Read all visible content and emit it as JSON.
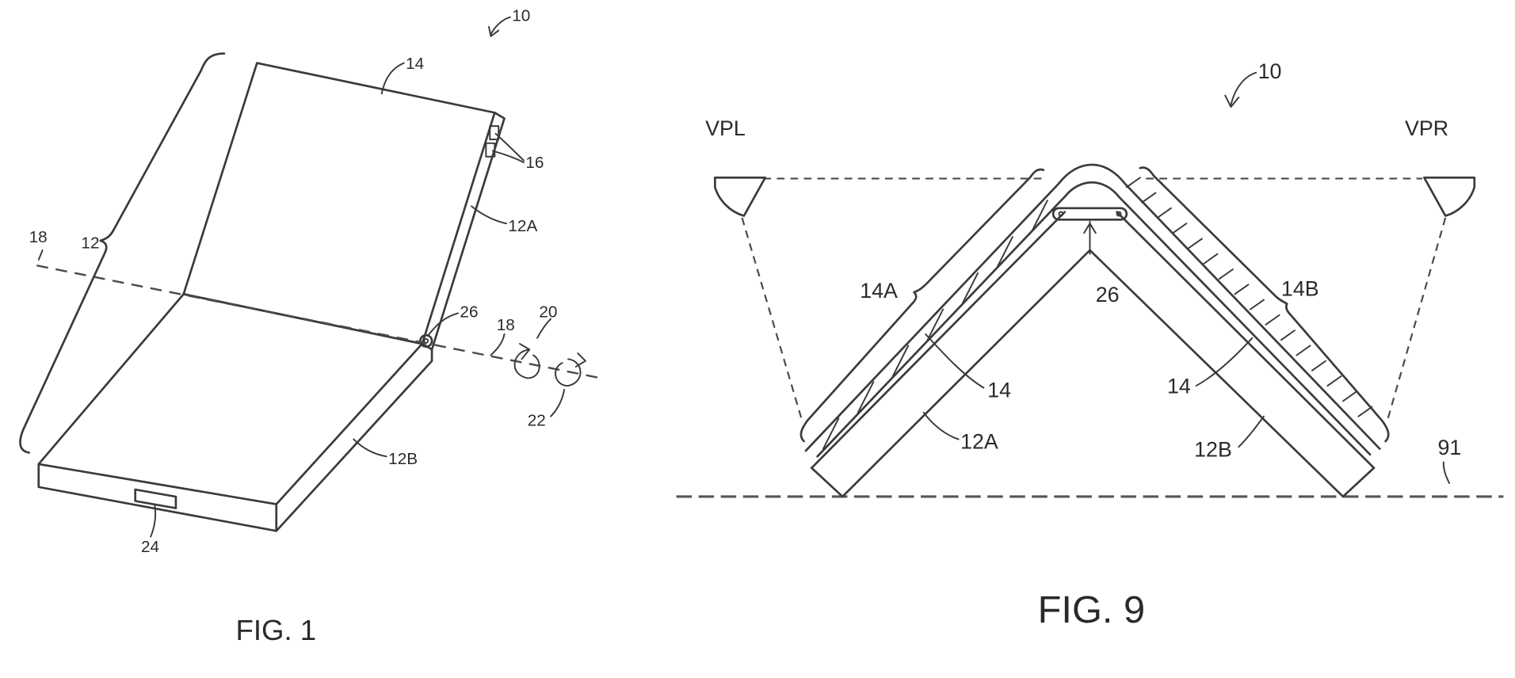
{
  "figure1": {
    "caption": "FIG. 1",
    "labels": {
      "ref_10": "10",
      "ref_14": "14",
      "ref_16": "16",
      "ref_12": "12",
      "ref_12a": "12A",
      "ref_18_left": "18",
      "ref_18_right": "18",
      "ref_26": "26",
      "ref_20": "20",
      "ref_22": "22",
      "ref_12b": "12B",
      "ref_24": "24"
    }
  },
  "figure9": {
    "caption": "FIG. 9",
    "labels": {
      "ref_10": "10",
      "vpl": "VPL",
      "vpr": "VPR",
      "ref_14a": "14A",
      "ref_14b": "14B",
      "ref_26": "26",
      "ref_14_left": "14",
      "ref_14_right": "14",
      "ref_12a": "12A",
      "ref_12b": "12B",
      "ref_91": "91"
    }
  }
}
